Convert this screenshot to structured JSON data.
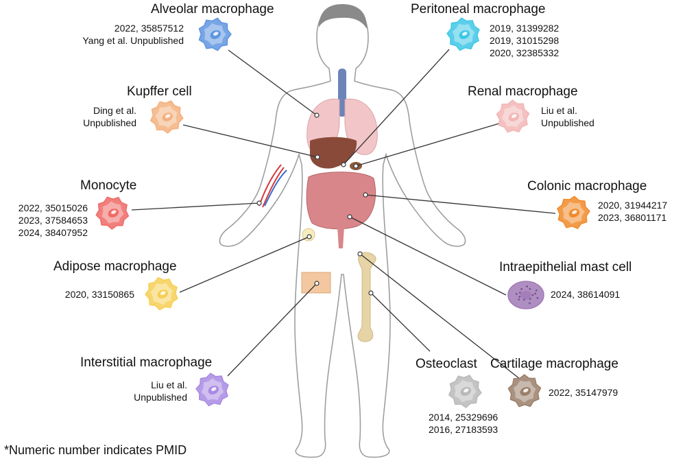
{
  "cells": {
    "alveolar": {
      "name": "Alveolar macrophage",
      "refs": [
        "2022, 35857512",
        "Yang et al. Unpublished"
      ],
      "color": "#5f95e0"
    },
    "peritoneal": {
      "name": "Peritoneal macrophage",
      "refs": [
        "2019, 31399282",
        "2019, 31015298",
        "2020, 32385332"
      ],
      "color": "#3ec7e6"
    },
    "kupffer": {
      "name": "Kupffer cell",
      "refs": [
        "Ding et al.",
        "Unpublished"
      ],
      "color": "#f3b17e"
    },
    "renal": {
      "name": "Renal macrophage",
      "refs": [
        "Liu et al.",
        "Unpublished"
      ],
      "color": "#f2b6b6"
    },
    "monocyte": {
      "name": "Monocyte",
      "refs": [
        "2022, 35015026",
        "2023, 37584653",
        "2024, 38407952"
      ],
      "color": "#ef6a66"
    },
    "colonic": {
      "name": "Colonic macrophage",
      "refs": [
        "2020, 31944217",
        "2023, 36801171"
      ],
      "color": "#f08a2a"
    },
    "adipose": {
      "name": "Adipose macrophage",
      "refs": [
        "2020, 33150865"
      ],
      "color": "#f6cf55"
    },
    "mast": {
      "name": "Intraepithelial mast cell",
      "refs": [
        "2024, 38614091"
      ],
      "color": "#a17ab6"
    },
    "interstitial": {
      "name": "Interstitial macrophage",
      "refs": [
        "Liu et al.",
        "Unpublished"
      ],
      "color": "#a98ae3"
    },
    "osteoclast": {
      "name": "Osteoclast",
      "refs": [
        "2014, 25329696",
        "2016, 27183593"
      ],
      "color": "#b9b9b9"
    },
    "cartilage": {
      "name": "Cartilage macrophage",
      "refs": [
        "2022, 35147979"
      ],
      "color": "#9a7f6a"
    }
  },
  "footnote": "*Numeric number indicates PMID",
  "colors": {
    "body_outline": "#9e9e9e",
    "lung": "#f2c6c9",
    "liver": "#8a4a3a",
    "intestine": "#d9868a",
    "bone": "#e6d3a6",
    "trachea": "#6c84b8",
    "leader": "#333333"
  }
}
